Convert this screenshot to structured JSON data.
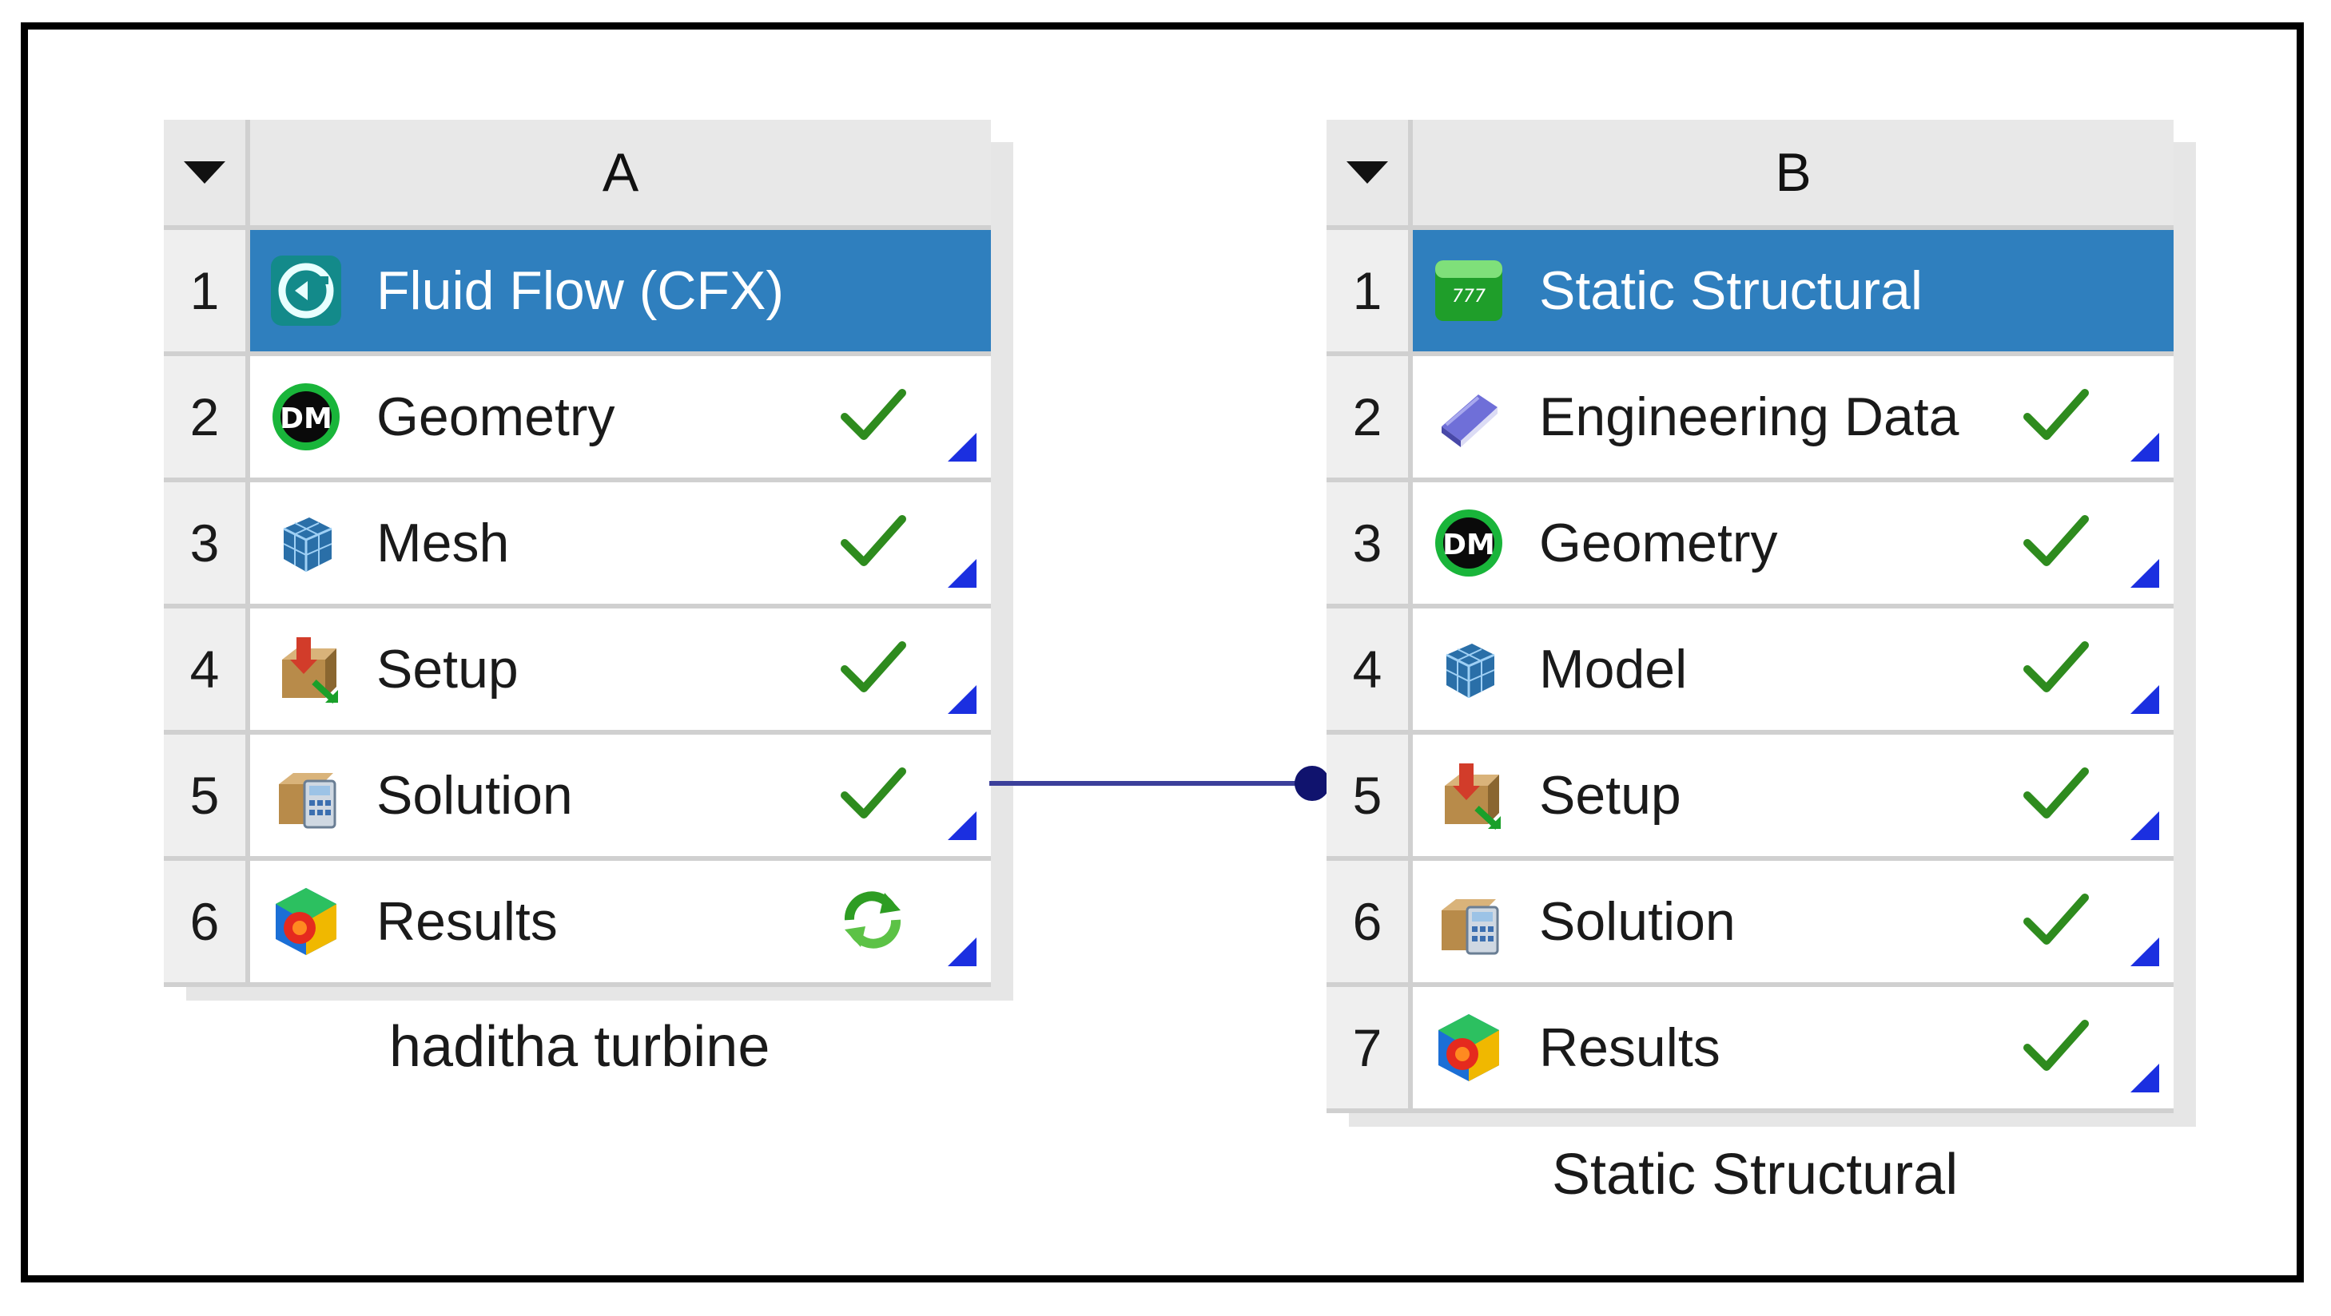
{
  "systemA": {
    "column_letter": "A",
    "title_row": {
      "num": "1",
      "label": "Fluid Flow (CFX)",
      "icon": "cfx-icon"
    },
    "rows": [
      {
        "num": "2",
        "label": "Geometry",
        "icon": "designmodeler-icon",
        "status": "up-to-date"
      },
      {
        "num": "3",
        "label": "Mesh",
        "icon": "mesh-icon",
        "status": "up-to-date"
      },
      {
        "num": "4",
        "label": "Setup",
        "icon": "setup-icon",
        "status": "up-to-date"
      },
      {
        "num": "5",
        "label": "Solution",
        "icon": "solution-icon",
        "status": "up-to-date"
      },
      {
        "num": "6",
        "label": "Results",
        "icon": "results-icon",
        "status": "refresh-required"
      }
    ],
    "caption": "haditha turbine"
  },
  "systemB": {
    "column_letter": "B",
    "title_row": {
      "num": "1",
      "label": "Static Structural",
      "icon": "static-structural-icon"
    },
    "rows": [
      {
        "num": "2",
        "label": "Engineering Data",
        "icon": "engineering-data-icon",
        "status": "up-to-date"
      },
      {
        "num": "3",
        "label": "Geometry",
        "icon": "designmodeler-icon",
        "status": "up-to-date"
      },
      {
        "num": "4",
        "label": "Model",
        "icon": "mesh-icon",
        "status": "up-to-date"
      },
      {
        "num": "5",
        "label": "Setup",
        "icon": "setup-icon",
        "status": "up-to-date"
      },
      {
        "num": "6",
        "label": "Solution",
        "icon": "solution-icon",
        "status": "up-to-date"
      },
      {
        "num": "7",
        "label": "Results",
        "icon": "results-icon",
        "status": "up-to-date"
      }
    ],
    "caption": "Static Structural"
  },
  "colors": {
    "title_bg": "#2f7fbe",
    "check": "#2e8b1e",
    "corner": "#1b2fe0",
    "connector": "#3b3f9a"
  }
}
